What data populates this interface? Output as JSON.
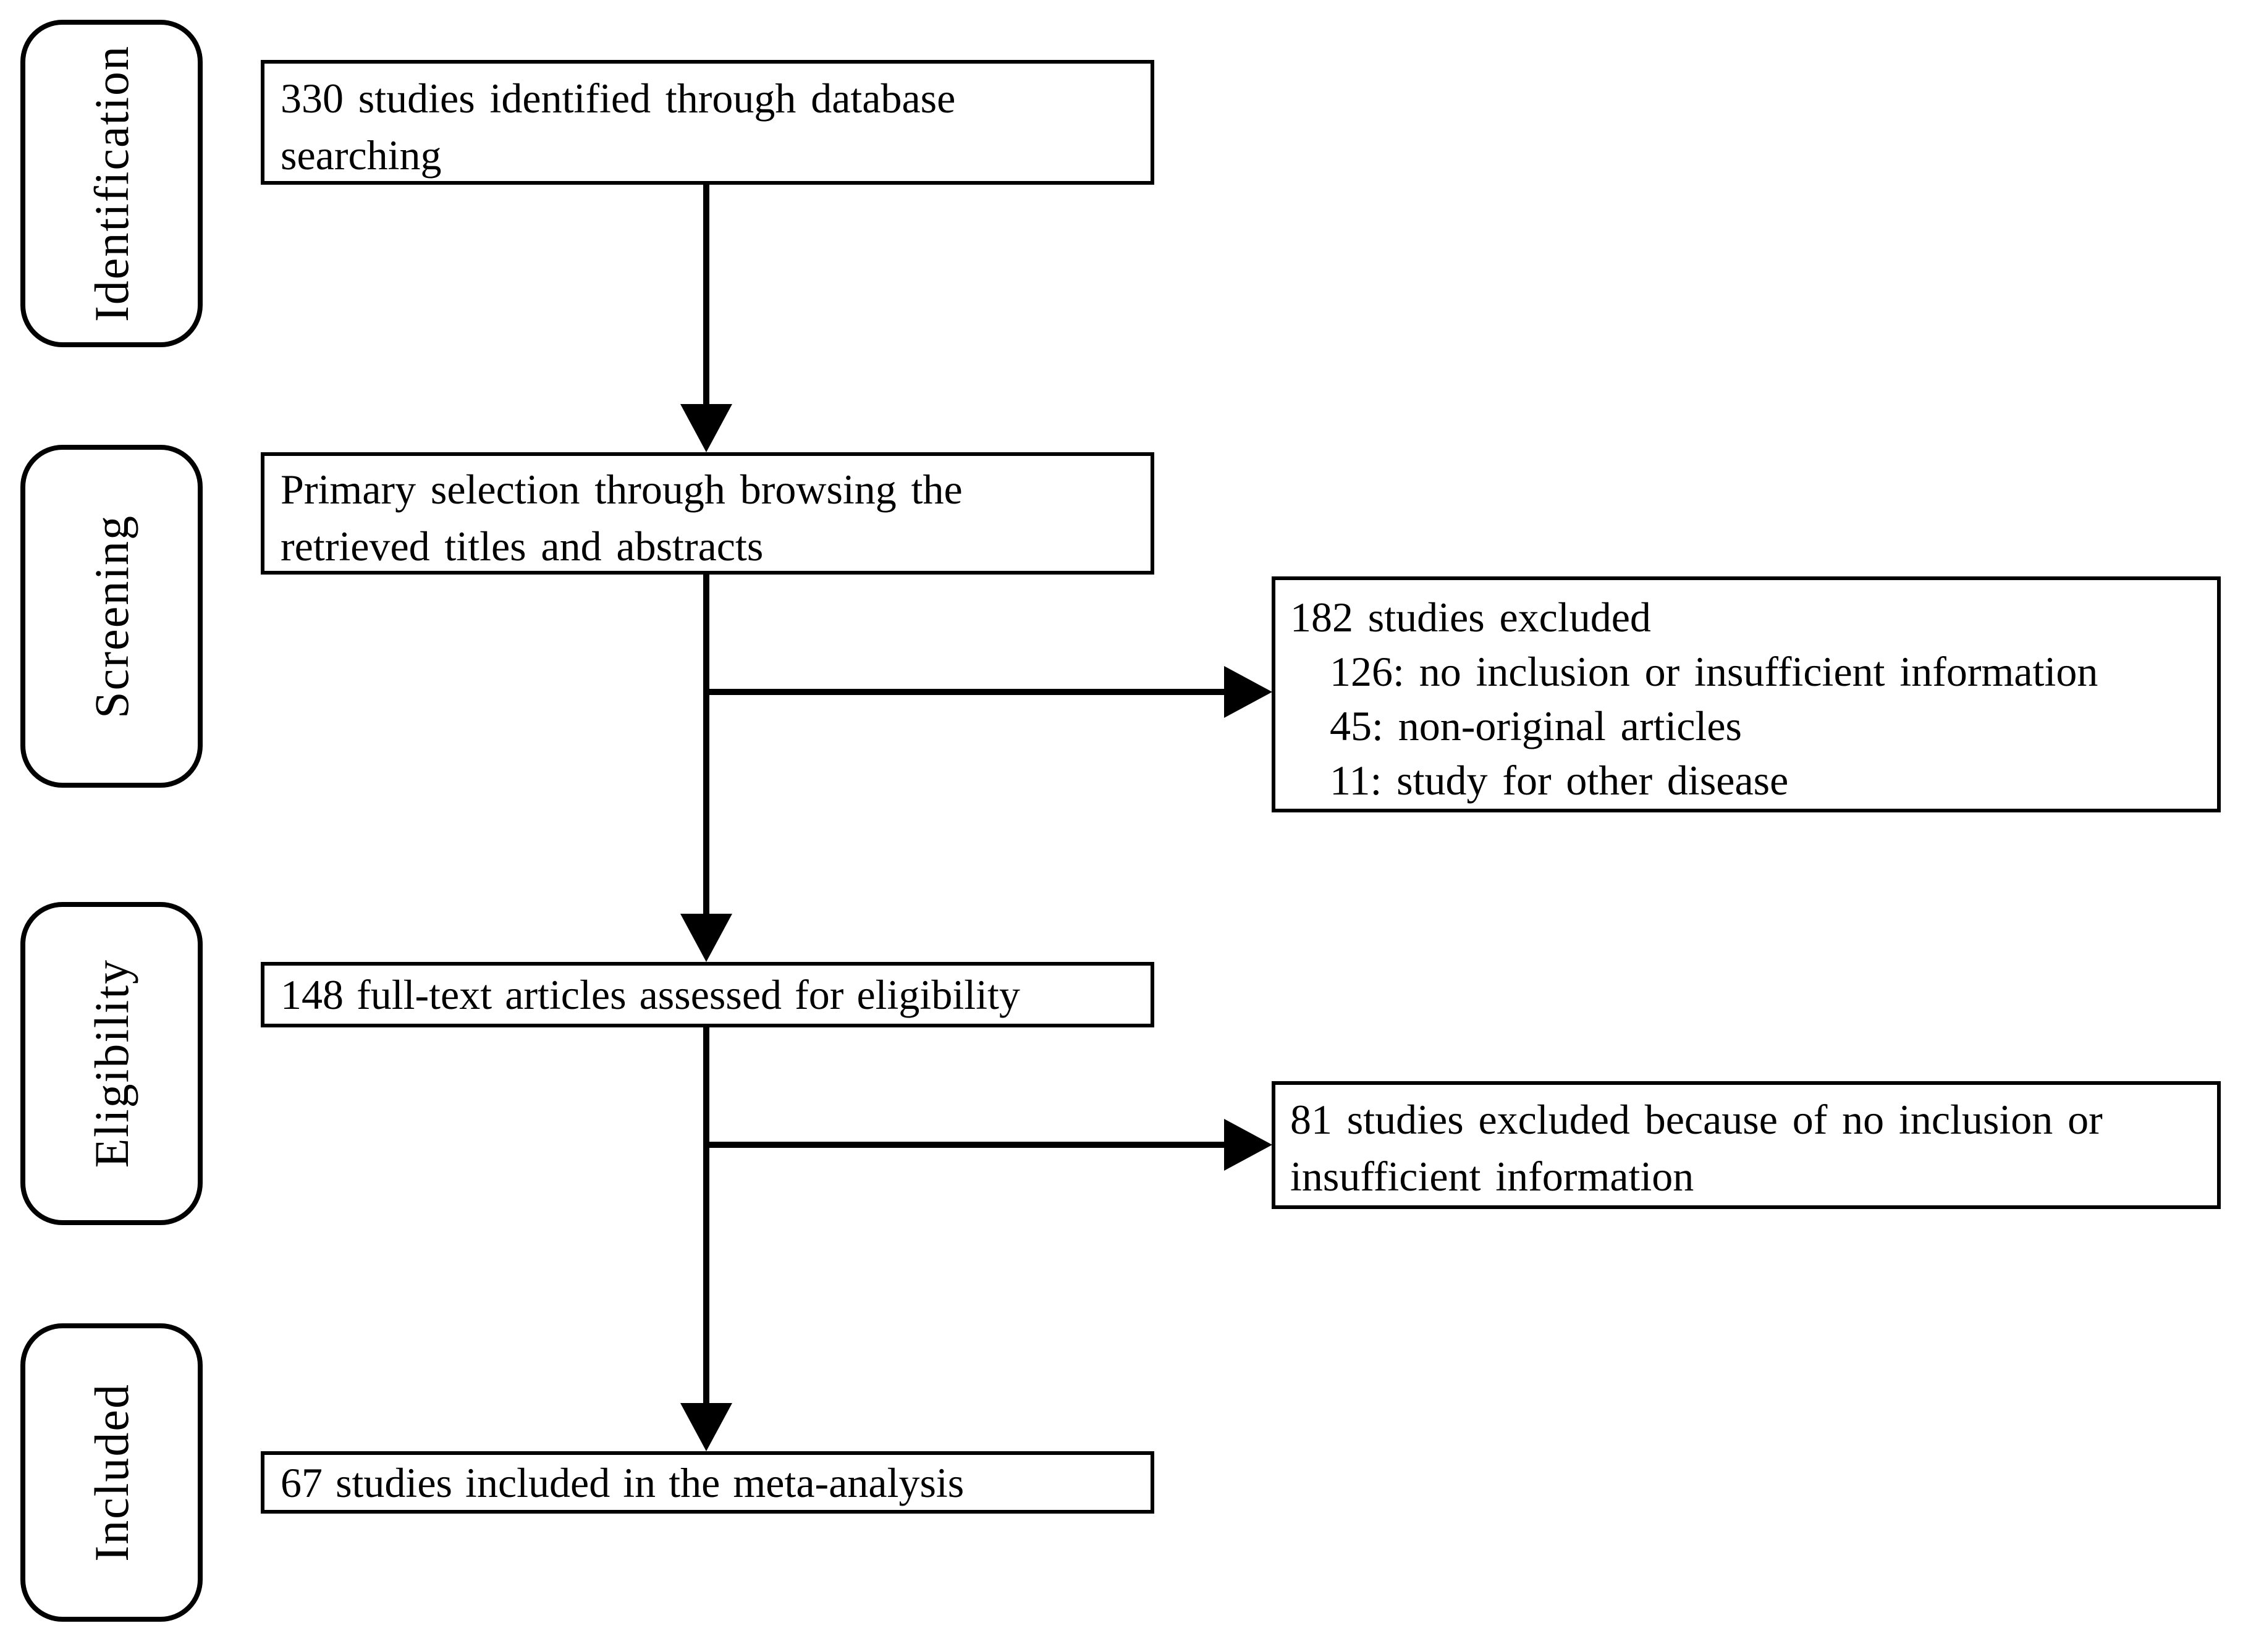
{
  "figure": {
    "kind": "study-selection-flow-diagram",
    "colors": {
      "background": "#ffffff",
      "line": "#000000",
      "text": "#000000"
    },
    "stages": [
      {
        "label": "Identification"
      },
      {
        "label": "Screening"
      },
      {
        "label": "Eligibility"
      },
      {
        "label": "Included"
      }
    ],
    "flow_boxes": [
      {
        "id": "identified",
        "lines": [
          "330 studies identified through database",
          "searching"
        ]
      },
      {
        "id": "primary-selection",
        "lines": [
          "Primary selection through browsing the",
          "retrieved titles and abstracts"
        ]
      },
      {
        "id": "full-text",
        "lines": [
          "148 full-text articles assessed for eligibility"
        ]
      },
      {
        "id": "included-meta",
        "lines": [
          "67 studies included in the meta-analysis"
        ]
      }
    ],
    "exclusions": [
      {
        "heading": "182 studies excluded",
        "reasons": [
          "126: no inclusion or insufficient information",
          "45: non-original articles",
          "11: study for other disease"
        ]
      },
      {
        "lines": [
          "81 studies excluded because of no inclusion or",
          "insufficient information"
        ]
      }
    ]
  }
}
